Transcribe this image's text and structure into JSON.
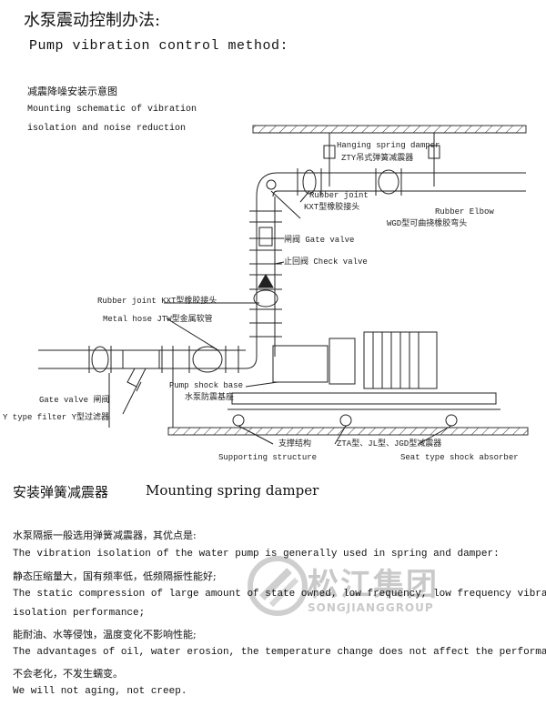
{
  "header": {
    "title_cn": "水泵震动控制办法:",
    "title_en": "Pump vibration control method:",
    "subtitle_cn": "减震降噪安装示意图",
    "subtitle_en_1": "Mounting schematic of vibration",
    "subtitle_en_2": "isolation and noise reduction"
  },
  "diagram": {
    "labels": {
      "hanging_en": "Hanging spring damper",
      "hanging_cn": "ZTY吊式弹簧减震器",
      "rj_top_en": "Rubber joint",
      "rj_top_cn": "KXT型橡胶接头",
      "elbow_en": "Rubber Elbow",
      "elbow_cn": "WGD型可曲挠橡胶弯头",
      "gate_valve": "闸阀 Gate valve",
      "check_valve": "止回阀 Check valve",
      "rj_left": "Rubber joint  KXT型橡胶接头",
      "metal_hose": "Metal hose  JTW型金属软管",
      "pump_base_en": "Pump shock base",
      "pump_base_cn": "水泵防震基座",
      "gate_left": "Gate valve 闸阀",
      "y_filter": "Y type filter Y型过滤器",
      "support_cn": "支撑结构",
      "support_en": "Supporting structure",
      "seat_cn": "ZTA型、JL型、JGD型减震器",
      "seat_en": "Seat type shock absorber"
    }
  },
  "section": {
    "heading_cn": "安装弹簧减震器",
    "heading_en": "Mounting spring damper"
  },
  "body": {
    "l1": "水泵隔振一般选用弹簧减震器，其优点是:",
    "l2": "The vibration isolation of the water pump is generally used in spring and damper:",
    "l3": "静态压缩量大，国有频率低，低频隔振性能好;",
    "l4": "The static compression of large amount of state owned, low frequency, low frequency vibration",
    "l5": "isolation performance;",
    "l6": "能耐油、水等侵蚀，温度变化不影响性能;",
    "l7": "The advantages of oil, water erosion, the temperature change does not affect the performance;",
    "l8": "不会老化，不发生蠕变。",
    "l9": "We will not aging, not creep."
  },
  "watermark": {
    "cn": "松江集团",
    "en": "SONGJIANGGROUP"
  }
}
